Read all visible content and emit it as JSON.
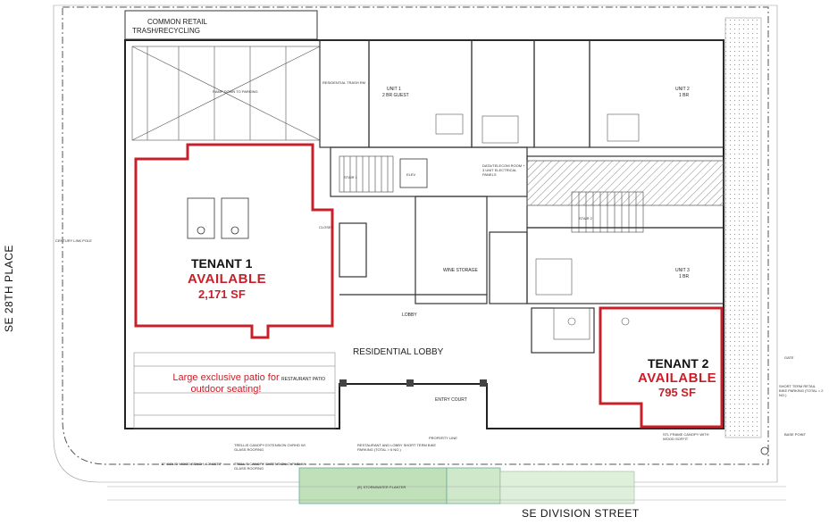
{
  "streets": {
    "west": "SE 28TH PLACE",
    "south": "SE DIVISION STREET"
  },
  "tenant1": {
    "title": "TENANT 1",
    "status": "AVAILABLE",
    "area": "2,171 SF"
  },
  "tenant2": {
    "title": "TENANT 2",
    "status": "AVAILABLE",
    "area": "795 SF"
  },
  "patio_note": {
    "line1": "Large exclusive patio for",
    "line2": "outdoor seating!"
  },
  "labels": {
    "common_retail": "COMMON RETAIL",
    "trash_recycling": "TRASH/RECYCLING",
    "residential_lobby": "RESIDENTIAL LOBBY",
    "unit1": "UNIT 1",
    "unit1_sub": "2 BR GUEST",
    "unit2": "UNIT 2",
    "unit2_sub": "1 BR",
    "unit3": "UNIT 3",
    "unit3_sub": "1 BR",
    "lobby": "LOBBY",
    "wine_storage": "WINE STORAGE",
    "entry_court": "ENTRY COURT",
    "restaurant_patio": "RESTAURANT PATIO",
    "ramp_down": "RAMP DOWN TO PARKING",
    "stormwater_planter": "(E) STORMWATER PLANTER",
    "residential_trash": "RESIDENTIAL TRASH RM",
    "data_telecom": "DATA/TELECOM ROOM + 3 UNIT ELECTRICAL PANELS",
    "elev": "ELEV",
    "stair1": "STAIR 1",
    "stair2": "STAIR 2",
    "closet": "CLOSET",
    "gate": "GATE",
    "property_line": "PROPERTY LINE",
    "restaurant_bike": "RESTAURANT AND LOBBY SHORT TERM BIKE PARKING (TOTAL = 6 NO.)",
    "trellis1": "TRELLIS CANOPY EXTENSION OVRHD W/ GLASS ROOFING",
    "trellis2": "TRELLIS CANOPY EXTENSION OVRHD W/ GLASS ROOFING",
    "wood_bench": "12\" SOLID WOOD BENCH, 12\" DEEP",
    "stl_frame": "STL FRAME CANOPY WITH WOOD SOFFIT",
    "short_term_bike": "SHORT TERM RETAIL BIKE PARKING (TOTAL = 2 NO.)",
    "base_point": "BASE POINT",
    "century_pole": "CENTURY LINK POLE"
  },
  "colors": {
    "tenant_outline": "#c8202a",
    "linework": "#333333",
    "landscape": "#bfe0b8",
    "hatch": "#888888"
  }
}
